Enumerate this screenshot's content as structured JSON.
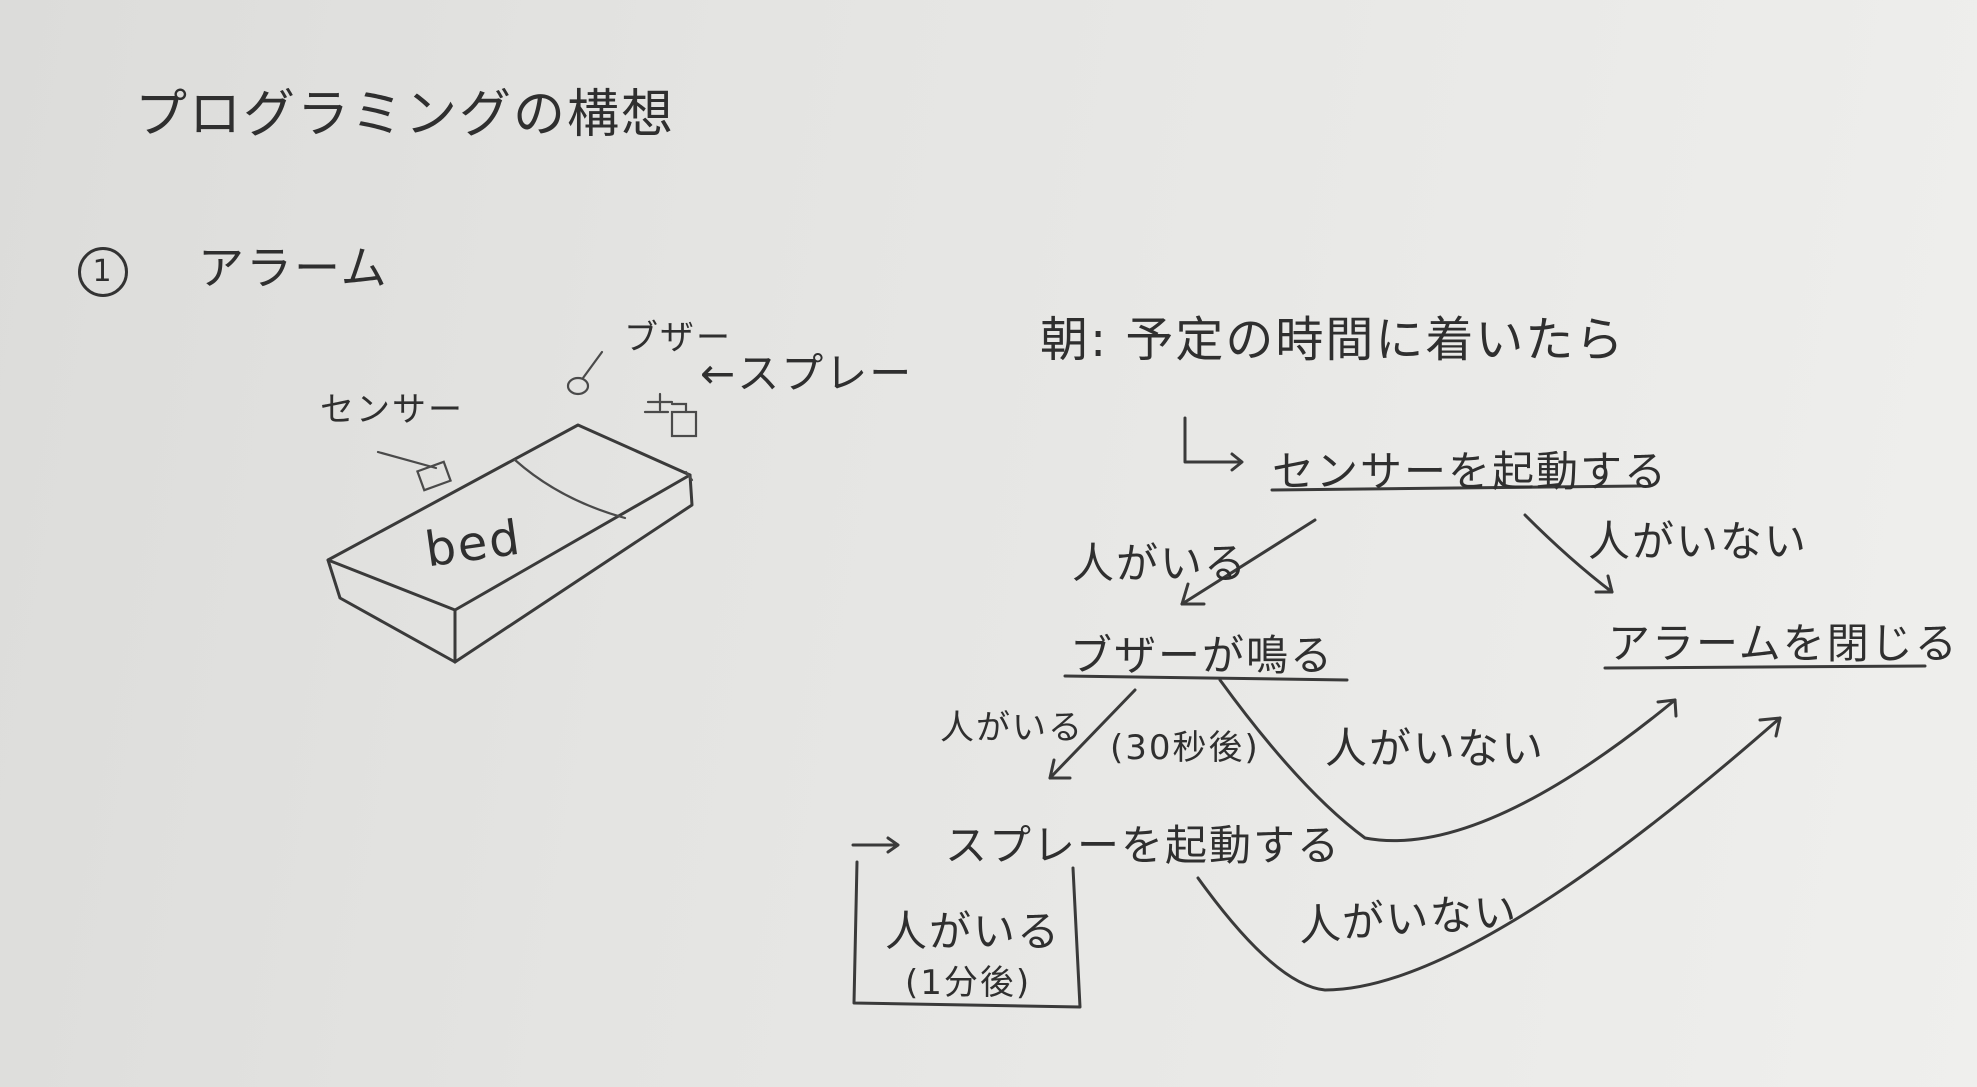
{
  "title": "プログラミングの構想",
  "section": {
    "number": "1",
    "label": "アラーム"
  },
  "sketch": {
    "sensor_label": "センサー",
    "buzzer_label": "ブザー",
    "spray_label": "←スプレー",
    "bed_label": "bed"
  },
  "flow": {
    "trigger": "朝: 予定の時間に着いたら",
    "start_sensor": "センサーを起動する",
    "person_present_1": "人がいる",
    "person_absent_1": "人がいない",
    "buzzer": "ブザーが鳴る",
    "close_alarm": "アラームを閉じる",
    "person_present_2": "人がいる",
    "after_30s": "(30秒後)",
    "person_absent_2": "人がいない",
    "start_spray": "スプレーを起動する",
    "loop_present": "人がいる",
    "loop_after": "(1分後)",
    "person_absent_3": "人がいない"
  }
}
